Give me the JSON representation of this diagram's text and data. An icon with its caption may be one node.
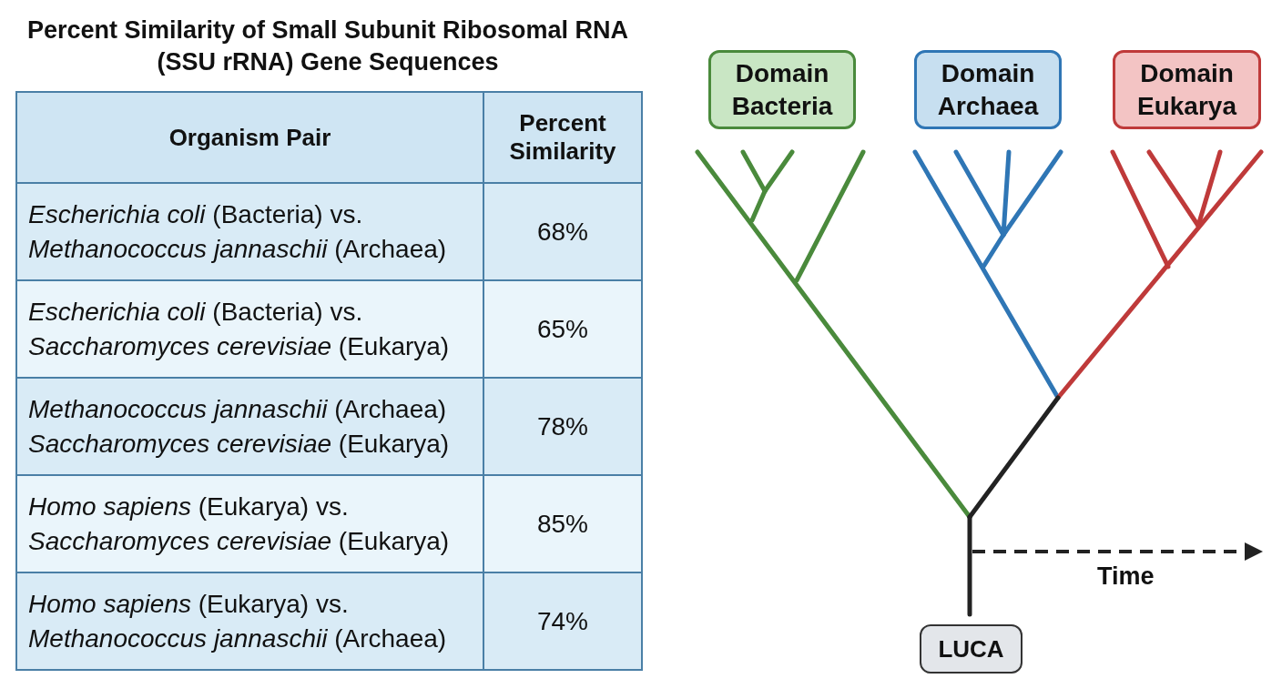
{
  "diagram": {
    "title": "Percent Similarity of Small Subunit Ribosomal RNA (SSU rRNA) Gene Sequences",
    "nodes": [
      {
        "text": [
          "Domain Bacteria"
        ]
      },
      {
        "text": [
          "Domain Archaea"
        ]
      },
      {
        "text": [
          "Domain Eukarya"
        ]
      },
      {
        "text": [
          "LUCA"
        ]
      }
    ],
    "labels": [
      "Organism Pair",
      "Percent Similarity",
      "*Escherichia coli* (Bacteria) vs. *Methanococcus jannaschii* (Archaea)",
      "68%",
      "*Escherichia coli* (Bacteria) vs. *Saccharomyces cerevisiae* (Eukarya)",
      "65%",
      "*Methanococcus jannaschii* (Archaea) *Saccharomyces cerevisiae* (Eukarya)",
      "78%",
      "*Homo sapiens* (Eukarya) vs. *Saccharomyces cerevisiae* (Eukarya)",
      "85%",
      "*Homo sapiens* (Eukarya) vs. *Methanococcus jannaschii* (Archaea)",
      "74%",
      "Time"
    ]
  }
}
